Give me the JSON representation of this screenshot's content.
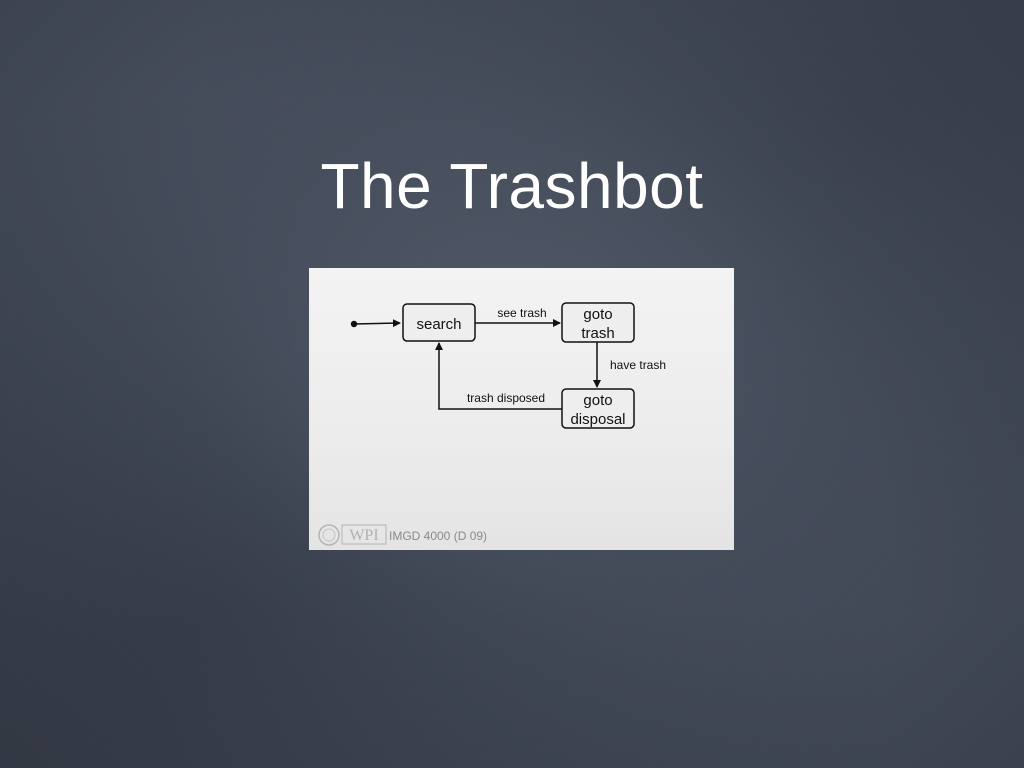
{
  "slide": {
    "title": "The Trashbot"
  },
  "diagram": {
    "states": {
      "search": "search",
      "goto_trash_line1": "goto",
      "goto_trash_line2": "trash",
      "goto_disposal_line1": "goto",
      "goto_disposal_line2": "disposal"
    },
    "transitions": {
      "see_trash": "see trash",
      "have_trash": "have trash",
      "trash_disposed": "trash disposed"
    }
  },
  "footer": {
    "logo_text": "WPI",
    "course": "IMGD 4000 (D 09)"
  }
}
